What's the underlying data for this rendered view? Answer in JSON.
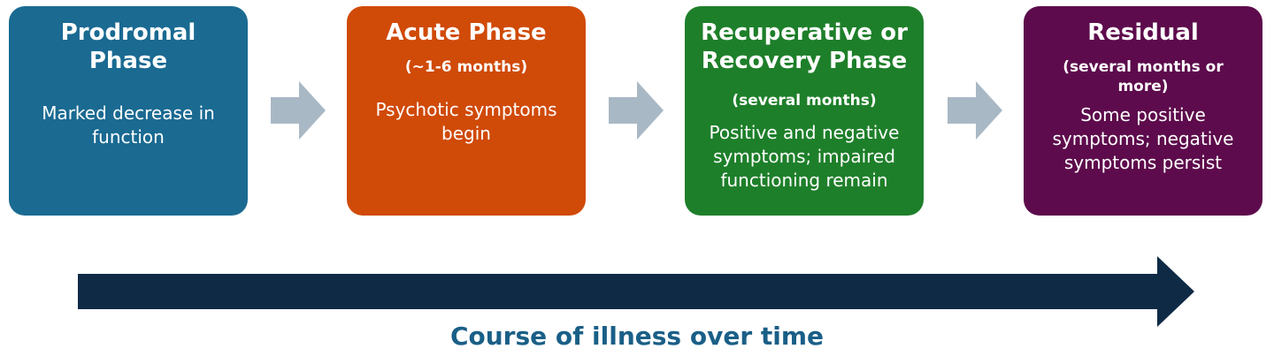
{
  "phases": [
    {
      "title": "Prodromal Phase",
      "duration": "",
      "description": "Marked decrease in function",
      "color": "#1a6a92"
    },
    {
      "title": "Acute Phase",
      "duration": "(~1-6 months)",
      "description": "Psychotic symptoms begin",
      "color": "#d04a08"
    },
    {
      "title": "Recuperative or Recovery Phase",
      "duration": "(several months)",
      "description": "Positive and negative symptoms; impaired functioning remain",
      "color": "#1e7f2a"
    },
    {
      "title": "Residual",
      "duration": "(several months or more)",
      "description": "Some positive symptoms; negative symptoms persist",
      "color": "#5d0b4c"
    }
  ],
  "timeline": {
    "label": "Course of illness over time",
    "arrow_color": "#0f2a45",
    "label_color": "#1a5f87"
  },
  "step_arrow_color": "#a9b8c5",
  "icons": {
    "step_arrow": "right-arrow-icon",
    "timeline_arrow": "long-right-arrow-icon"
  }
}
